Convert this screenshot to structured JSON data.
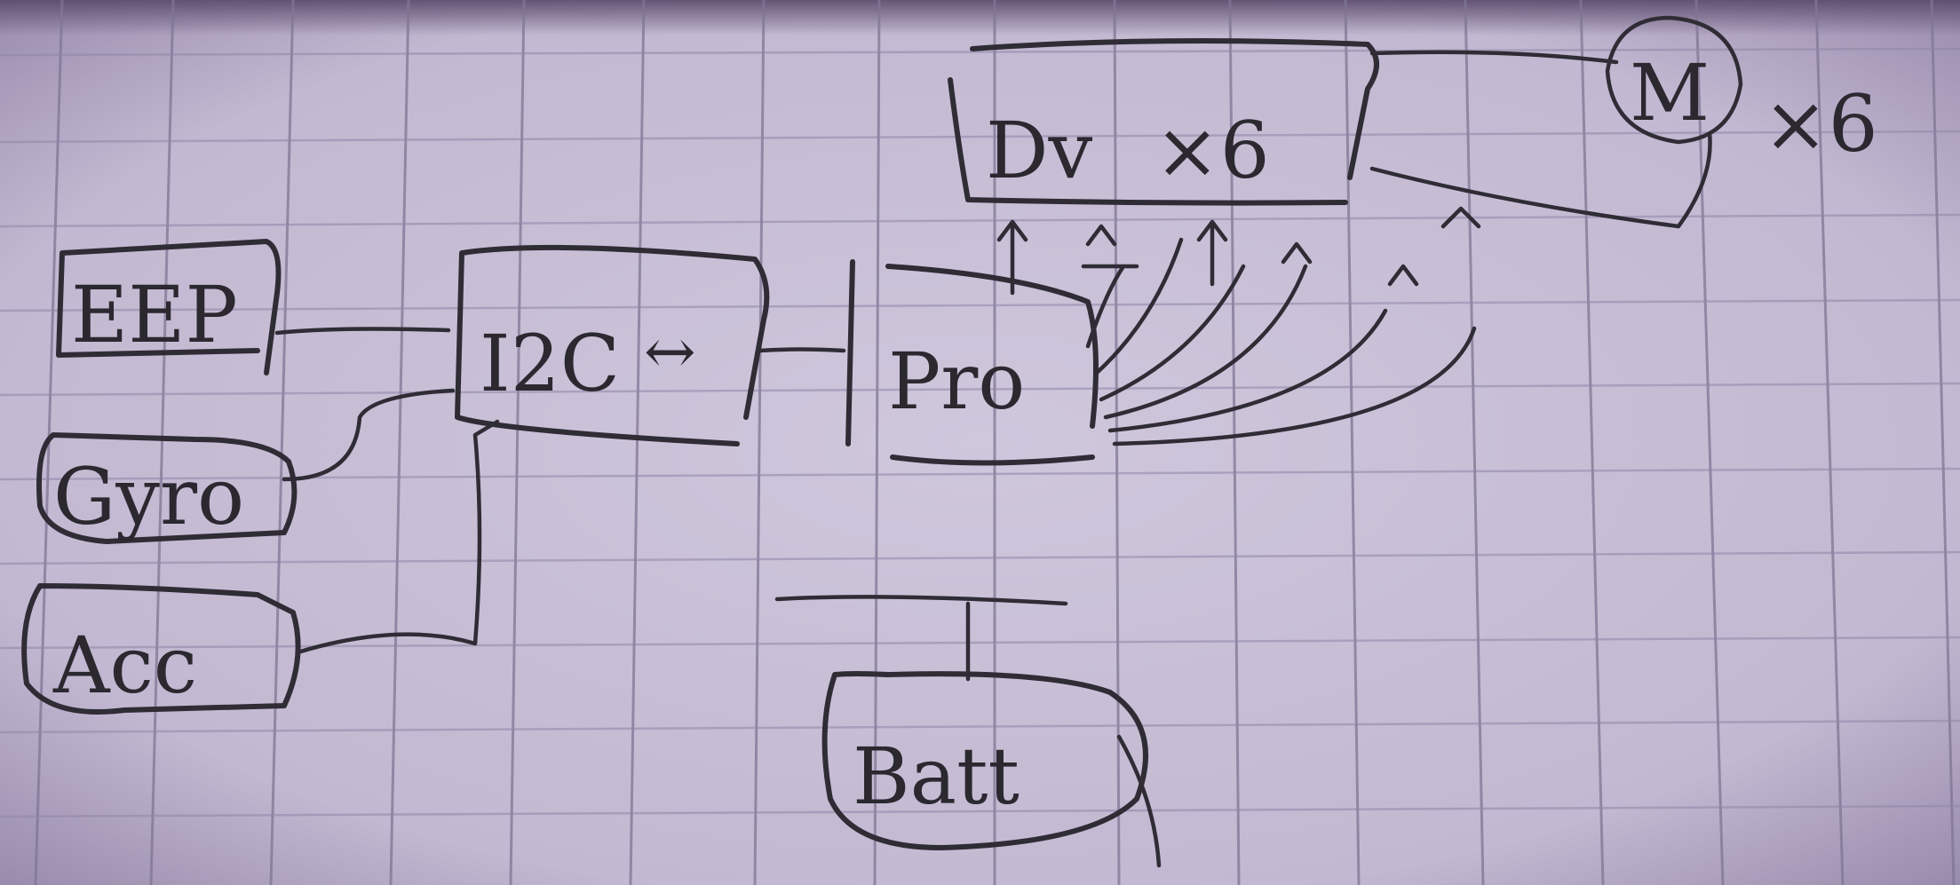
{
  "diagram": {
    "nodes": [
      {
        "id": "eep",
        "label": "EEP"
      },
      {
        "id": "gyro",
        "label": "Gyro"
      },
      {
        "id": "acc",
        "label": "Acc"
      },
      {
        "id": "i2c",
        "label": "I2C"
      },
      {
        "id": "i2c_arrow",
        "label": "↔"
      },
      {
        "id": "pro",
        "label": "Pro"
      },
      {
        "id": "dv",
        "label": "Dv"
      },
      {
        "id": "dv_mult",
        "label": "×6"
      },
      {
        "id": "motor",
        "label": "M"
      },
      {
        "id": "motor_mult",
        "label": "×6"
      },
      {
        "id": "batt",
        "label": "Batt"
      }
    ],
    "edges": [
      {
        "from": "eep",
        "to": "i2c"
      },
      {
        "from": "gyro",
        "to": "i2c"
      },
      {
        "from": "acc",
        "to": "i2c"
      },
      {
        "from": "i2c",
        "to": "pro"
      },
      {
        "from": "pro",
        "to": "dv"
      },
      {
        "from": "dv",
        "to": "motor"
      },
      {
        "from": "batt",
        "to": "pro"
      }
    ]
  },
  "colors": {
    "paper": "#c9c0d6",
    "ink": "#2f2c35",
    "grid": "#7f7694"
  }
}
